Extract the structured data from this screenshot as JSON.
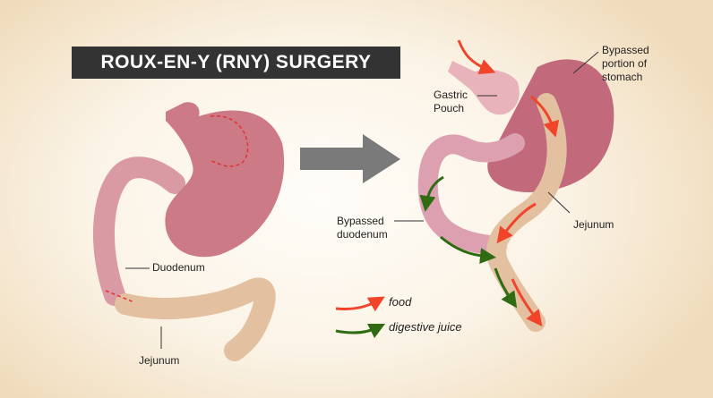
{
  "title": "ROUX-EN-Y (RNY) SURGERY",
  "before": {
    "duodenum": "Duodenum",
    "jejunum": "Jejunum"
  },
  "after": {
    "gastric_pouch": [
      "Gastric",
      "Pouch"
    ],
    "bypassed_stomach": [
      "Bypassed",
      "portion of",
      "stomach"
    ],
    "bypassed_duodenum": [
      "Bypassed",
      "duodenum"
    ],
    "jejunum": "Jejunum"
  },
  "legend": {
    "food": "food",
    "digestive_juice": "digestive juice"
  },
  "colors": {
    "food": "#f0452b",
    "digestive_juice": "#2f6b12",
    "stomach": "#c9707e",
    "jejunum": "#e3c0a0",
    "arrow": "#7a7a7a"
  }
}
